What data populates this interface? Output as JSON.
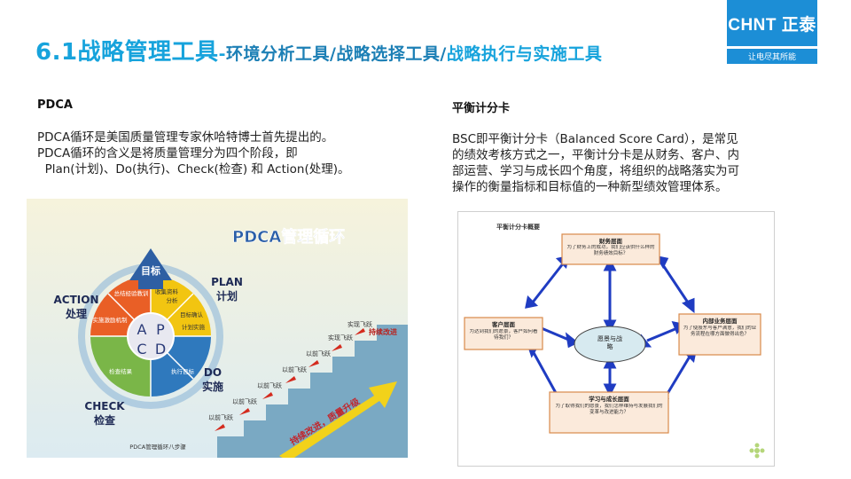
{
  "title": {
    "main": "6.1战略管理工具",
    "dash": "-",
    "sub1": "环境分析工具/战略选择工具/",
    "sub2": "战略执行与实施工具"
  },
  "logo": {
    "brand": "CHNT 正泰",
    "slogan": "让电尽其所能"
  },
  "left": {
    "heading": "PDCA",
    "lines": [
      "PDCA循环是美国质量管理专家休哈特博士首先提出的。",
      "PDCA循环的含义是将质量管理分为四个阶段，即",
      "  Plan(计划)、Do(执行)、Check(检查) 和 Action(处理)。"
    ],
    "figure": {
      "banner": "PDCA管理循环",
      "goal": "目标",
      "plan": "PLAN",
      "plan_cn": "计划",
      "do": "DO",
      "do_cn": "实施",
      "check": "CHECK",
      "check_cn": "检查",
      "action": "ACTION",
      "action_cn": "处理",
      "letters": [
        "A",
        "P",
        "C",
        "D"
      ],
      "slices": [
        "收集资料",
        "分析",
        "目标确认",
        "计划实施",
        "执行目标",
        "检查结果",
        "实施激励机制",
        "总结经验教训"
      ],
      "steps": [
        "以前飞跃",
        "以前飞跃",
        "以前飞跃",
        "以前飞跃",
        "以前飞跃",
        "实现飞跃",
        "实现飞跃",
        "持续改进"
      ],
      "slogan": "持续改进，质量升级",
      "caption": "PDCA管理循环八步骤"
    }
  },
  "right": {
    "heading": "平衡计分卡",
    "lines": [
      "BSC即平衡计分卡（Balanced Score Card），是常见",
      "的绩效考核方式之一，平衡计分卡是从财务、客户、内",
      "部运营、学习与成长四个角度，将组织的战略落实为可",
      "操作的衡量指标和目标值的一种新型绩效管理体系。"
    ],
    "figure": {
      "title": "平衡计分卡概要",
      "finance": {
        "head": "财务层面",
        "body": "为了财务上的成功，我们应该供什么样的财务绩效目标？"
      },
      "customer": {
        "head": "客户层面",
        "body": "为达到我们的愿景，客户如何看待我们？"
      },
      "internal": {
        "head": "内部业务层面",
        "body": "为了使股东与客户满意，我们的业务流程在哪方面做得出色？"
      },
      "learning": {
        "head": "学习与成长层面",
        "body": "为了取得我们的愿景，我们怎样维持与发展我们的变革与改进能力？"
      },
      "center": "愿景与战略"
    }
  }
}
